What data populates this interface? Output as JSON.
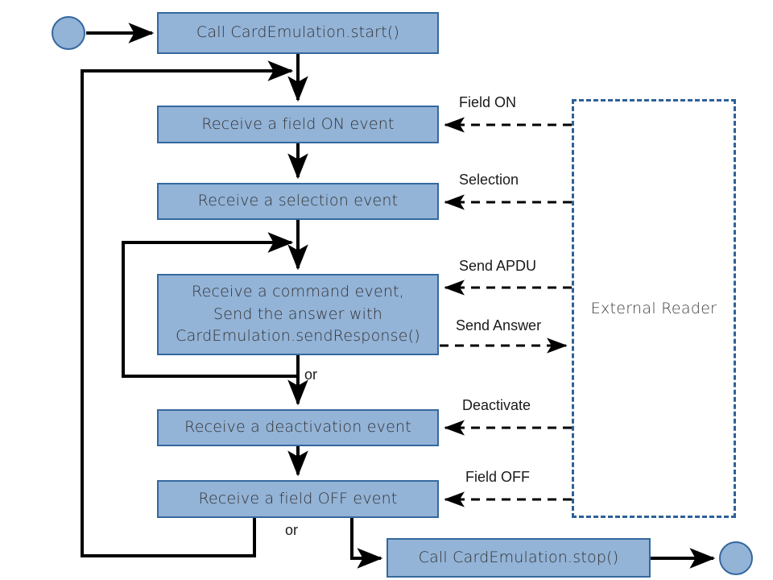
{
  "diagram": {
    "title": "CardEmulation lifecycle flowchart",
    "colors": {
      "box_fill": "#93b3d7",
      "box_border": "#35689e",
      "reader_border": "#2e6198",
      "line": "#000000",
      "text": "#333333"
    },
    "start_node": {
      "name": "start",
      "label": ""
    },
    "end_node": {
      "name": "end",
      "label": ""
    },
    "nodes": [
      {
        "id": "start_call",
        "label": "Call CardEmulation.start()",
        "lines": [
          "Call CardEmulation.start()"
        ]
      },
      {
        "id": "field_on",
        "label": "Receive a field ON event",
        "lines": [
          "Receive a field ON event"
        ]
      },
      {
        "id": "selection",
        "label": "Receive a selection event",
        "lines": [
          "Receive a selection event"
        ]
      },
      {
        "id": "command",
        "label": "Receive a command event, Send the answer with CardEmulation.sendResponse()",
        "lines": [
          "Receive a command event,",
          "Send the answer with",
          "CardEmulation.sendResponse()"
        ]
      },
      {
        "id": "deactivation",
        "label": "Receive a deactivation event",
        "lines": [
          "Receive a deactivation event"
        ]
      },
      {
        "id": "field_off",
        "label": "Receive a field OFF event",
        "lines": [
          "Receive a field OFF event"
        ]
      },
      {
        "id": "stop_call",
        "label": "Call CardEmulation.stop()",
        "lines": [
          "Call CardEmulation.stop()"
        ]
      }
    ],
    "reader": {
      "id": "external_reader",
      "label": "External Reader"
    },
    "edge_labels": [
      {
        "id": "field_on_msg",
        "label": "Field ON"
      },
      {
        "id": "selection_msg",
        "label": "Selection"
      },
      {
        "id": "send_apdu_msg",
        "label": "Send APDU"
      },
      {
        "id": "send_answer_msg",
        "label": "Send Answer"
      },
      {
        "id": "deactivate_msg",
        "label": "Deactivate"
      },
      {
        "id": "field_off_msg",
        "label": "Field OFF"
      }
    ],
    "branch_labels": [
      {
        "id": "or_command",
        "label": "or"
      },
      {
        "id": "or_field_off",
        "label": "or"
      }
    ]
  }
}
